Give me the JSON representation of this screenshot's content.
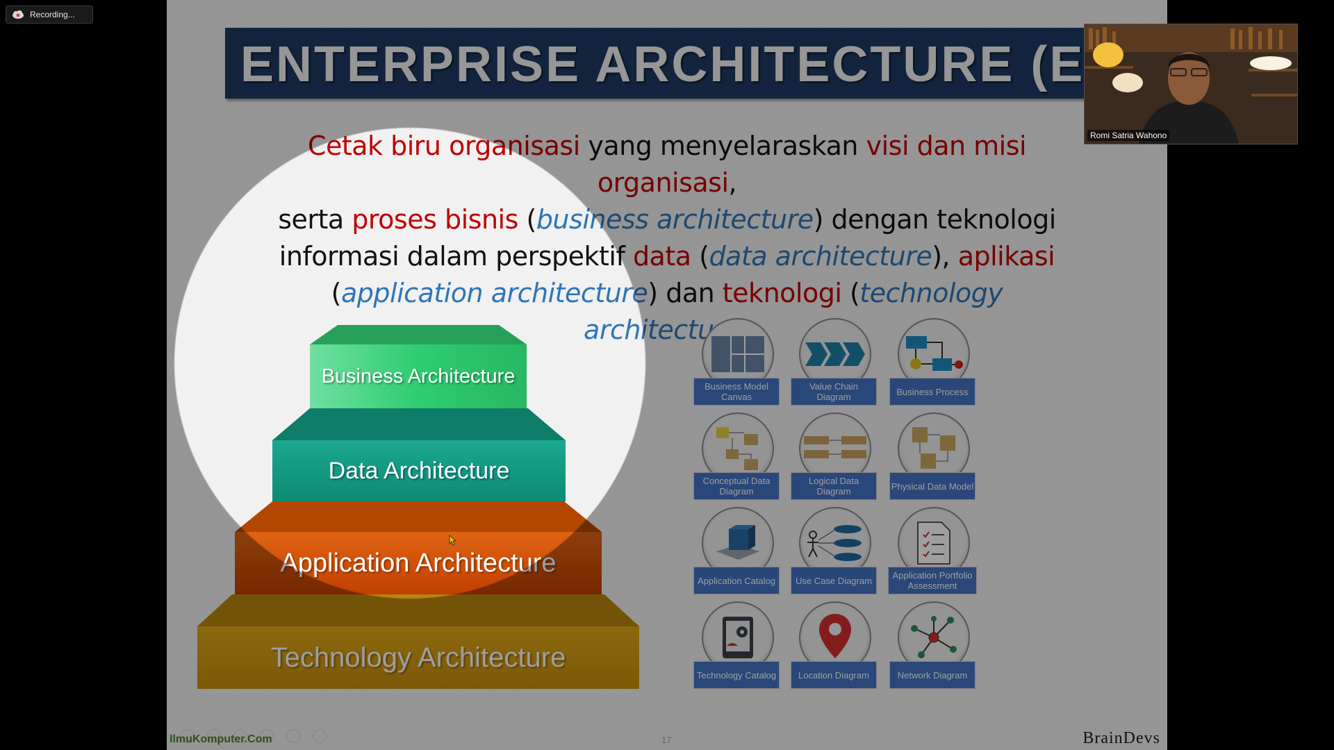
{
  "recording": {
    "label": "Recording..."
  },
  "slide": {
    "title": "ENTERPRISE ARCHITECTURE (EA)",
    "definition": {
      "l1a": "Cetak biru organisasi",
      "l1b": " yang menyelaraskan ",
      "l1c": "visi dan misi organisasi",
      "l1d": ",",
      "l2a": "serta ",
      "l2b": "proses bisnis",
      "l2c": " (",
      "l2d": "business architecture",
      "l2e": ") dengan teknologi",
      "l3a": "informasi dalam perspektif ",
      "l3b": "data",
      "l3c": " (",
      "l3d": "data architecture",
      "l3e": "), ",
      "l3f": "aplikasi",
      "l4a": "(",
      "l4b": "application architecture",
      "l4c": ") dan ",
      "l4d": "teknologi",
      "l4e": " (",
      "l4f": "technology architecture",
      "l4g": ")"
    },
    "layers": {
      "business": "Business Architecture",
      "data": "Data Architecture",
      "application": "Application Architecture",
      "technology": "Technology Architecture"
    },
    "diagrams": {
      "row1": [
        "Business Model Canvas",
        "Value Chain Diagram",
        "Business Process"
      ],
      "row2": [
        "Conceptual Data Diagram",
        "Logical Data Diagram",
        "Physical Data Model"
      ],
      "row3": [
        "Application Catalog",
        "Use Case Diagram",
        "Application Portfolio Assessment"
      ],
      "row4": [
        "Technology Catalog",
        "Location Diagram",
        "Network Diagram"
      ]
    },
    "footer": {
      "site": "IlmuKomputer.Com",
      "page": "17",
      "brand": "BrainDevs"
    }
  },
  "video": {
    "speaker": "Romi Satria Wahono"
  },
  "colors": {
    "title_bg": "#1d3a63",
    "business": "#2ecc71",
    "data": "#16a085",
    "application": "#d35400",
    "technology": "#d4a017",
    "caption": "#4472c4"
  }
}
